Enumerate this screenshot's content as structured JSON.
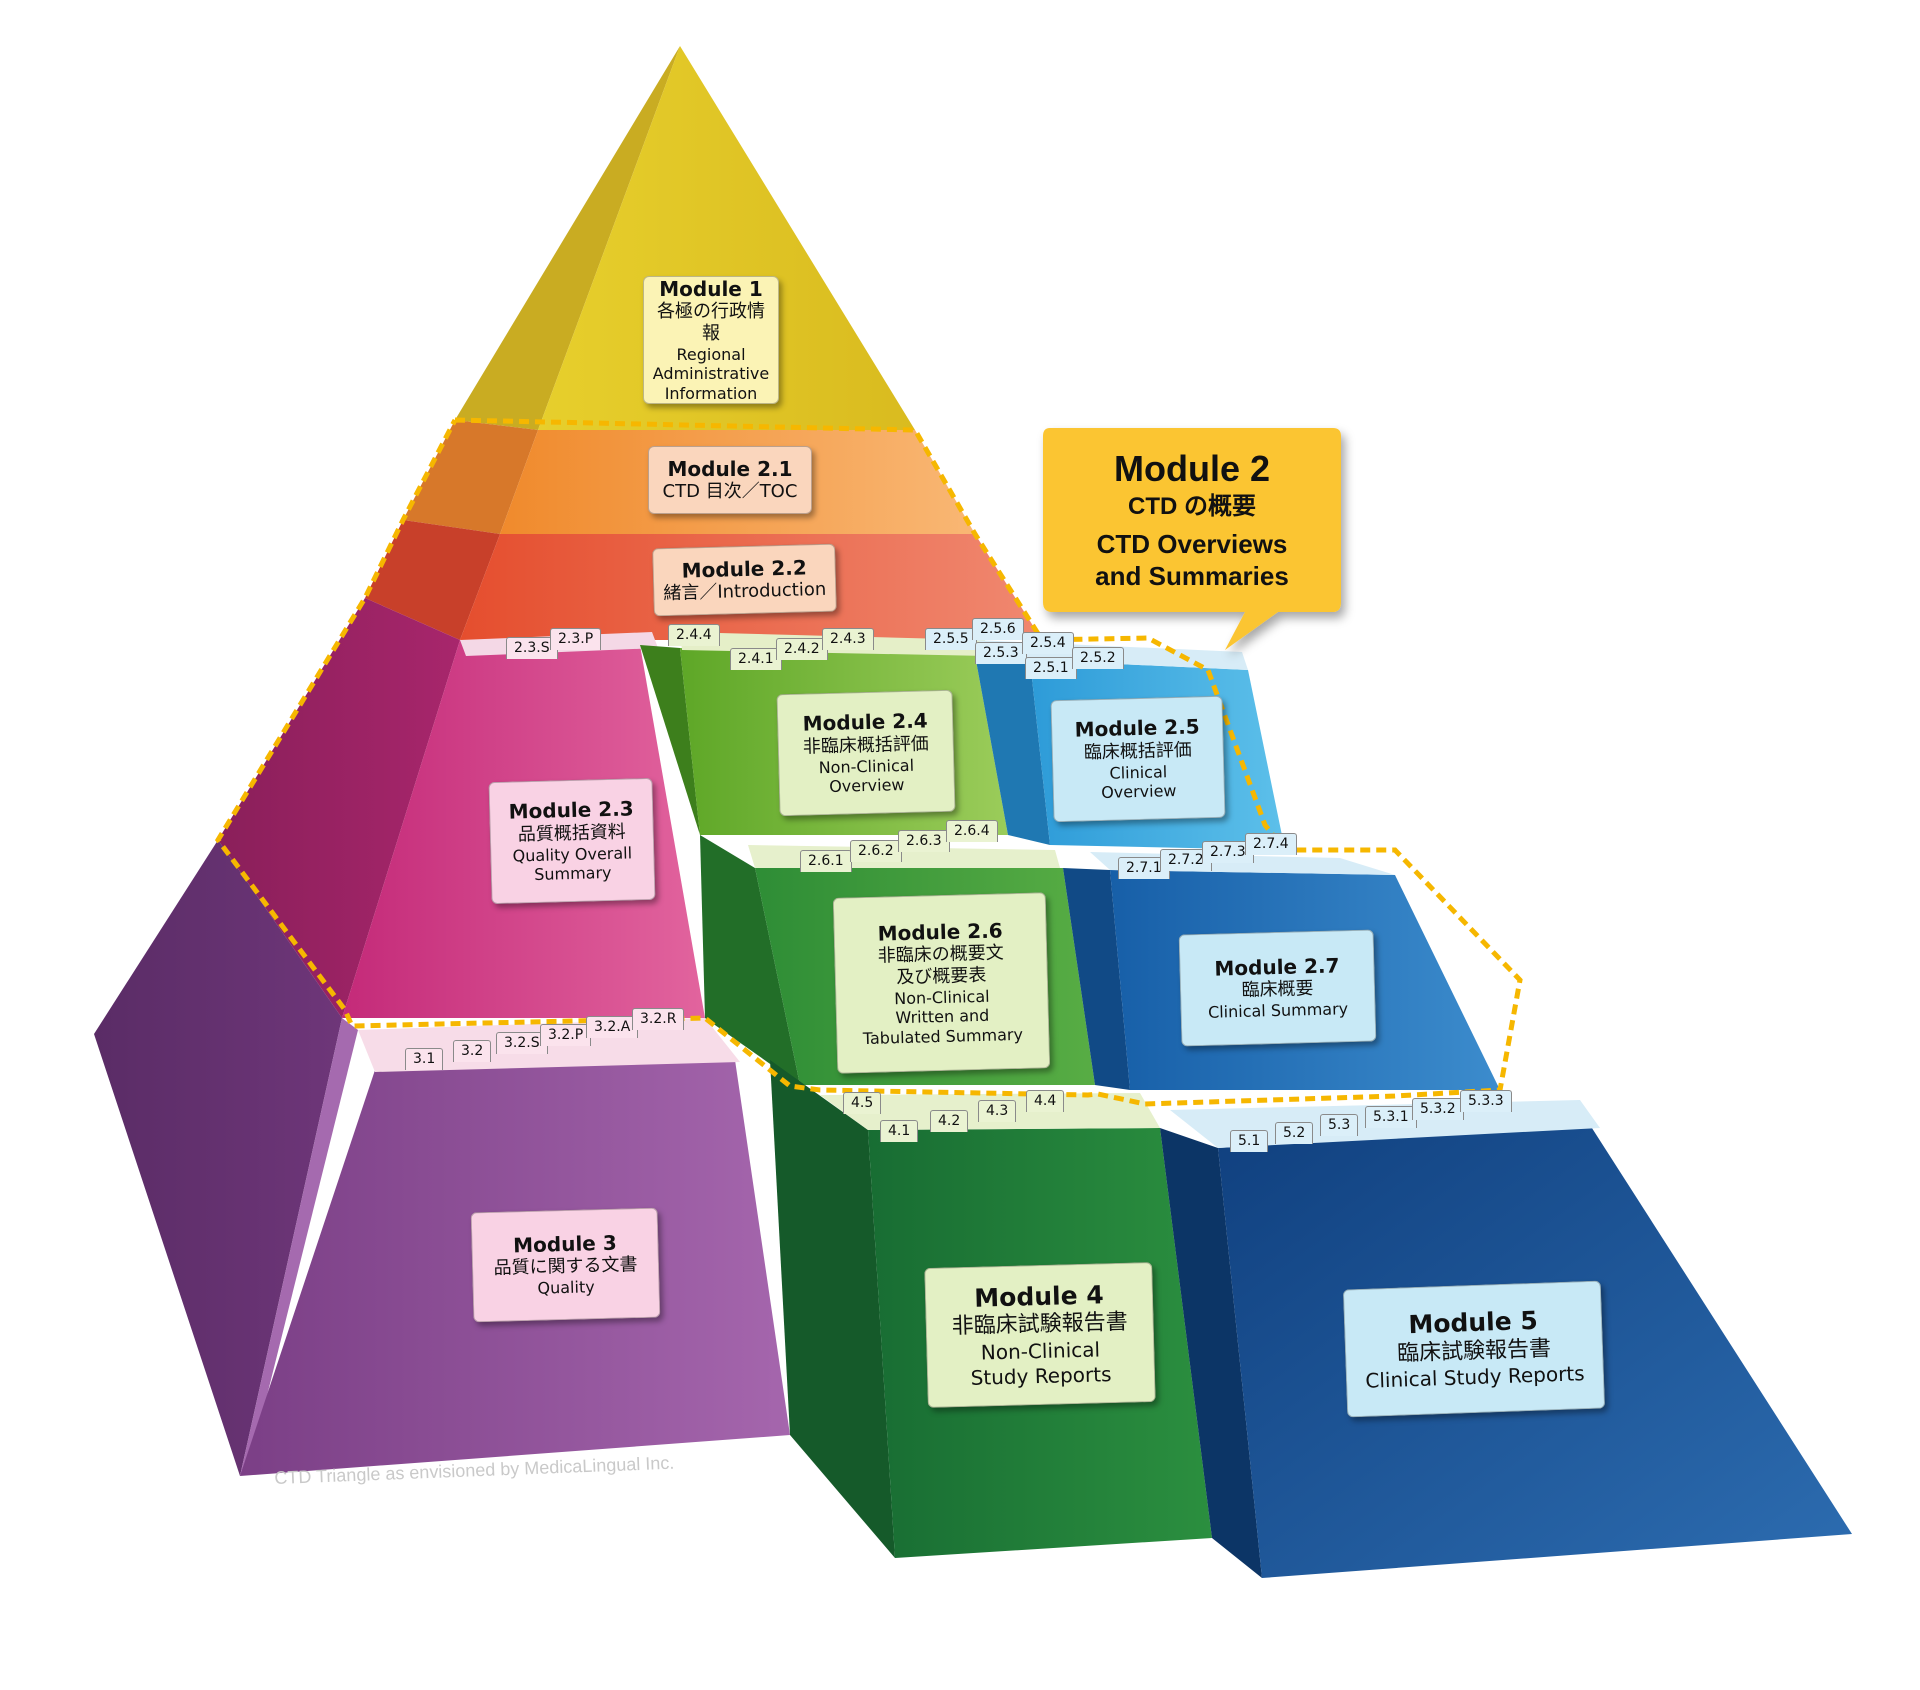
{
  "modules": {
    "m1": {
      "title": "Module 1",
      "ja": "各極の行政情報",
      "en": [
        "Regional",
        "Administrative",
        "Information"
      ]
    },
    "m21": {
      "title": "Module 2.1",
      "ja": "CTD 目次／TOC",
      "en": []
    },
    "m22": {
      "title": "Module 2.2",
      "ja": "緒言／Introduction",
      "en": []
    },
    "m23": {
      "title": "Module 2.3",
      "ja": "品質概括資料",
      "en": [
        "Quality Overall",
        "Summary"
      ]
    },
    "m24": {
      "title": "Module 2.4",
      "ja": "非臨床概括評価",
      "en": [
        "Non-Clinical",
        "Overview"
      ]
    },
    "m25": {
      "title": "Module 2.5",
      "ja": "臨床概括評価",
      "en": [
        "Clinical",
        "Overview"
      ]
    },
    "m26": {
      "title": "Module 2.6",
      "ja": "非臨床の概要文",
      "ja2": "及び概要表",
      "en": [
        "Non-Clinical",
        "Written and",
        "Tabulated Summary"
      ]
    },
    "m27": {
      "title": "Module 2.7",
      "ja": "臨床概要",
      "en": [
        "Clinical Summary"
      ]
    },
    "m3": {
      "title": "Module 3",
      "ja": "品質に関する文書",
      "en": [
        "Quality"
      ]
    },
    "m4": {
      "title": "Module 4",
      "ja": "非臨床試験報告書",
      "en": [
        "Non-Clinical",
        "Study Reports"
      ]
    },
    "m5": {
      "title": "Module 5",
      "ja": "臨床試験報告書",
      "en": [
        "Clinical Study Reports"
      ]
    }
  },
  "callout": {
    "title": "Module 2",
    "ja": "CTD の概要",
    "en": [
      "CTD Overviews",
      "and Summaries"
    ]
  },
  "tabs": {
    "t23": [
      "2.3.S",
      "2.3.P"
    ],
    "t24": [
      "2.4.4",
      "2.4.1",
      "2.4.2",
      "2.4.3"
    ],
    "t25": [
      "2.5.5",
      "2.5.6",
      "2.5.3",
      "2.5.4",
      "2.5.1",
      "2.5.2"
    ],
    "t26": [
      "2.6.1",
      "2.6.2",
      "2.6.3",
      "2.6.4"
    ],
    "t27": [
      "2.7.1",
      "2.7.2",
      "2.7.3",
      "2.7.4"
    ],
    "t3": [
      "3.1",
      "3.2",
      "3.2.S",
      "3.2.P",
      "3.2.A",
      "3.2.R"
    ],
    "t4": [
      "4.5",
      "4.1",
      "4.2",
      "4.3",
      "4.4"
    ],
    "t5": [
      "5.1",
      "5.2",
      "5.3",
      "5.3.1",
      "5.3.2",
      "5.3.3"
    ]
  },
  "credit": "CTD Triangle as envisioned by MedicaLingual Inc.",
  "colors": {
    "module1": "#e2c630",
    "module2_1": "#f39a3e",
    "module2_2": "#e85a3a",
    "module2_3": "#c8337f",
    "module2_4": "#6fb231",
    "module2_5": "#3ba5dc",
    "module2_6": "#3d9a3e",
    "module2_7": "#1e6fb6",
    "module3": "#8c4c96",
    "module4": "#1f7a3a",
    "module5": "#174d8e",
    "callout": "#fbc531",
    "outline_dash": "#f6b700"
  }
}
